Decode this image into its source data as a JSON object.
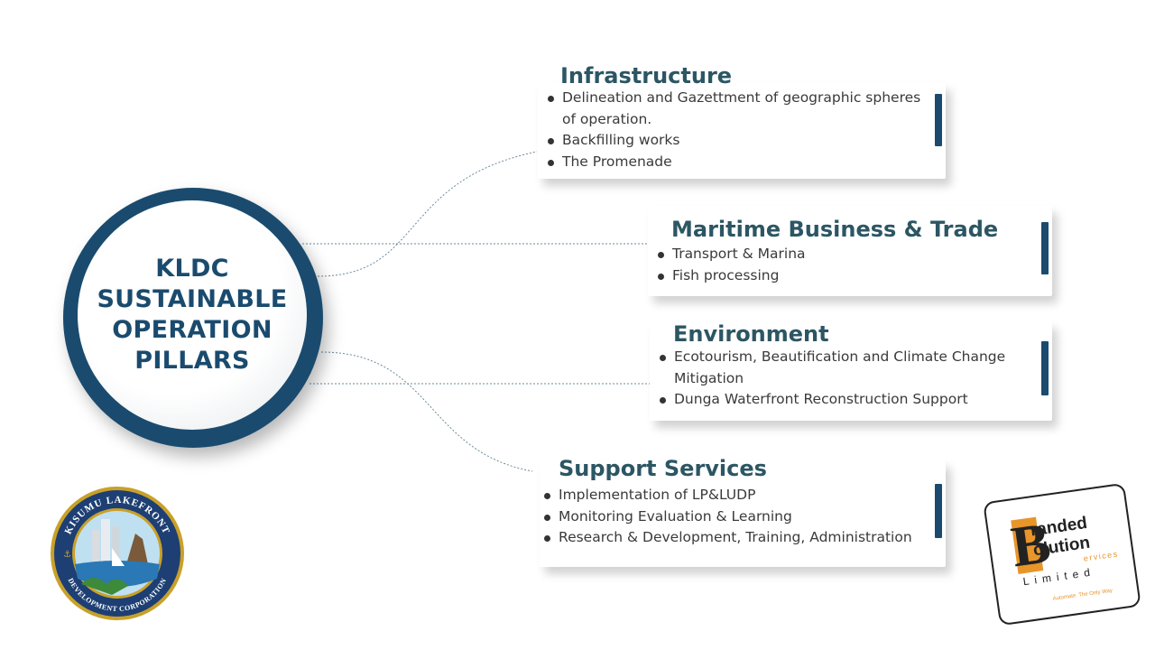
{
  "hub": {
    "lines": [
      "KLDC",
      "SUSTAINABLE",
      "OPERATION",
      "PILLARS"
    ]
  },
  "pillars": [
    {
      "title": "Infrastructure",
      "items": [
        "Delineation and Gazettment of geographic spheres of operation.",
        "Backfilling works",
        "The Promenade"
      ]
    },
    {
      "title": "Maritime Business & Trade",
      "items": [
        "Transport & Marina",
        "Fish processing"
      ]
    },
    {
      "title": "Environment",
      "items": [
        "Ecotourism, Beautification and Climate Change Mitigation",
        "Dunga Waterfront Reconstruction Support"
      ]
    },
    {
      "title": "Support Services",
      "items": [
        "Implementation of LP&LUDP",
        "Monitoring Evaluation & Learning",
        "Research & Development, Training, Administration"
      ]
    }
  ],
  "seal": {
    "top_text": "KISUMU LAKEFRONT",
    "bottom_text": "DEVELOPMENT CORPORATION"
  },
  "brand_logo": {
    "line1": "randed",
    "line2": "olution",
    "line3": "ervices",
    "line4": "Limited",
    "tagline": "Automate. The Only Way"
  },
  "colors": {
    "navy": "#1a4b6e",
    "title_teal": "#2c5663",
    "orange": "#e8952a"
  }
}
